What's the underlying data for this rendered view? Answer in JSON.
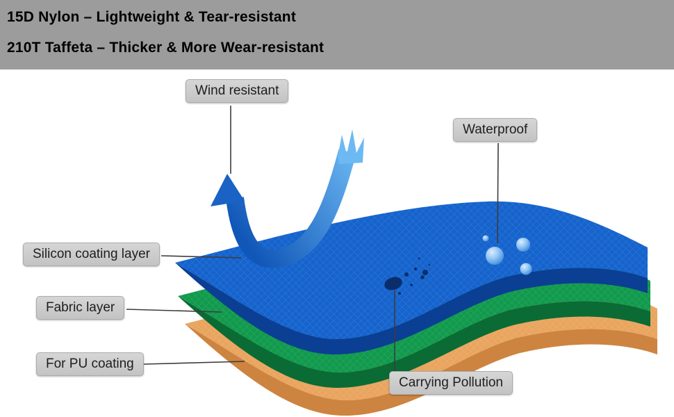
{
  "header": {
    "line1": "15D Nylon – Lightweight & Tear-resistant",
    "line2": "210T Taffeta – Thicker & More Wear-resistant",
    "background": "#9c9c9c",
    "text_color": "#000000"
  },
  "labels": {
    "wind": "Wind resistant",
    "waterproof": "Waterproof",
    "silicon": "Silicon coating layer",
    "fabric": "Fabric layer",
    "pu": "For PU coating",
    "pollution": "Carrying Pollution",
    "background": "#c9c9c9",
    "text_color": "#1e1e1e"
  },
  "colors": {
    "silicon_top": "#1563cd",
    "silicon_edge": "#0b3f93",
    "fabric_top": "#119a4d",
    "fabric_edge": "#0a6b35",
    "pu_top": "#e9a55f",
    "pu_edge": "#cd8440",
    "arrow_light": "#6cb9f3",
    "arrow_dark": "#1157b8",
    "droplet": "#5ea7e8",
    "stain": "#0a2e6b",
    "connector": "#3c3c3c"
  }
}
